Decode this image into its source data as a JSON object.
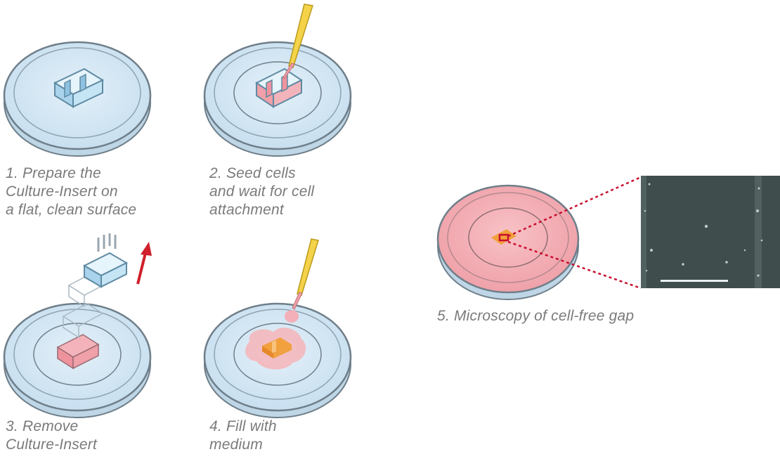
{
  "steps": [
    {
      "id": "step-1",
      "lines": [
        "1. Prepare the",
        "Culture-Insert on",
        "a flat, clean surface"
      ]
    },
    {
      "id": "step-2",
      "lines": [
        "2. Seed cells",
        "and wait for cell",
        "attachment"
      ]
    },
    {
      "id": "step-3",
      "lines": [
        "3. Remove",
        "Culture-Insert"
      ]
    },
    {
      "id": "step-4",
      "lines": [
        "4. Fill with",
        "medium"
      ]
    },
    {
      "id": "step-5",
      "lines": [
        "5. Microscopy of cell-free gap"
      ]
    }
  ],
  "colors": {
    "dish_fill": "#d5e8f5",
    "dish_stroke": "#6f7f8a",
    "insert_blue": "#bcdff2",
    "cells_pink": "#f0a0a8",
    "medium_pink": "#f4b8bd",
    "gap_orange": "#f2a03c",
    "pipette_yellow": "#f4d24a",
    "arrow_red": "#d0202c",
    "zoom_red": "#c8102e",
    "micro_bg": "#3f4d4c",
    "caption_text": "#7a7a7a"
  },
  "icons": [
    "petri-dish-icon",
    "culture-insert-icon",
    "pipette-icon",
    "lift-arrow-icon",
    "micrograph-image"
  ]
}
